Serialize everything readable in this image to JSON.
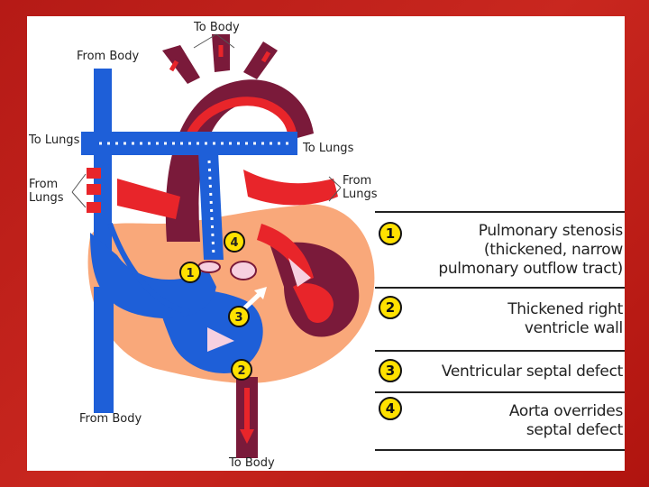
{
  "labels": {
    "to_body_top": "To Body",
    "from_body_top": "From Body",
    "to_lungs_left": "To Lungs",
    "to_lungs_right": "To Lungs",
    "from_lungs_left": "From\nLungs",
    "from_lungs_right": "From\nLungs",
    "from_body_bottom": "From Body",
    "to_body_bottom": "To Body"
  },
  "markers": [
    "1",
    "2",
    "3",
    "4"
  ],
  "legend": [
    {
      "number": "1",
      "text": "Pulmonary stenosis\n(thickened, narrow\npulmonary outflow tract)"
    },
    {
      "number": "2",
      "text": "Thickened right\nventricle wall"
    },
    {
      "number": "3",
      "text": "Ventricular septal defect"
    },
    {
      "number": "4",
      "text": "Aorta overrides\nseptal defect"
    }
  ],
  "colors": {
    "frame": "#c0201c",
    "oxygenated": "#e8252a",
    "deoxygenated": "#1e5fd8",
    "mixed": "#7a1a3a",
    "heart_wall": "#f9a87a",
    "marker": "#ffe100"
  }
}
